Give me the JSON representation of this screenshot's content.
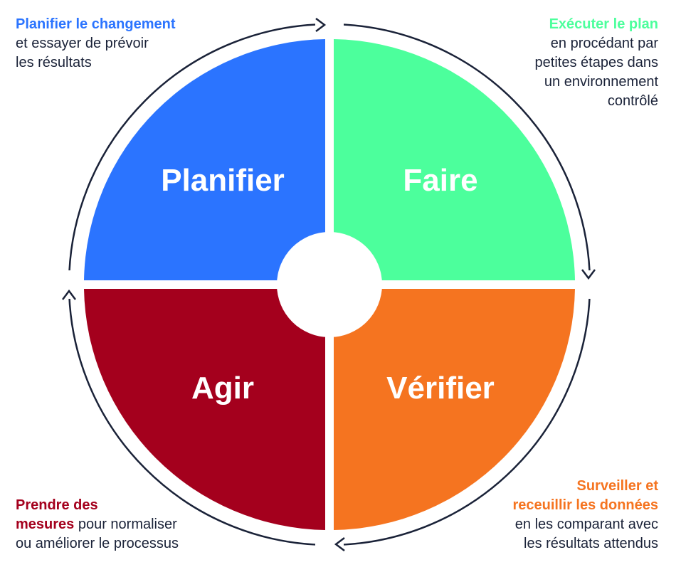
{
  "quadrants": {
    "plan": {
      "label": "Planifier",
      "color": "#2b74ff"
    },
    "do": {
      "label": "Faire",
      "color": "#4cff9c"
    },
    "check": {
      "label": "Vérifier",
      "color": "#f57420"
    },
    "act": {
      "label": "Agir",
      "color": "#a4001d"
    }
  },
  "cycle_color": "#1a2238",
  "notes": {
    "plan": {
      "heading": "Planifier le changement",
      "lines": [
        "et essayer de prévoir",
        "les résultats"
      ],
      "color": "#2b74ff"
    },
    "do": {
      "heading": "Exécuter le plan",
      "lines": [
        "en procédant par",
        "petites étapes dans",
        "un environnement",
        "contrôlé"
      ],
      "color": "#4cff9c"
    },
    "check": {
      "heading_lines": [
        "Surveiller et",
        "receuillir les données"
      ],
      "lines": [
        "en les comparant avec",
        "les résultats attendus"
      ],
      "color": "#f57420"
    },
    "act": {
      "heading_line1": "Prendre des",
      "heading_line2": "mesures",
      "line2_rest": " pour normaliser",
      "line3": "ou améliorer le processus",
      "color": "#a4001d"
    }
  }
}
